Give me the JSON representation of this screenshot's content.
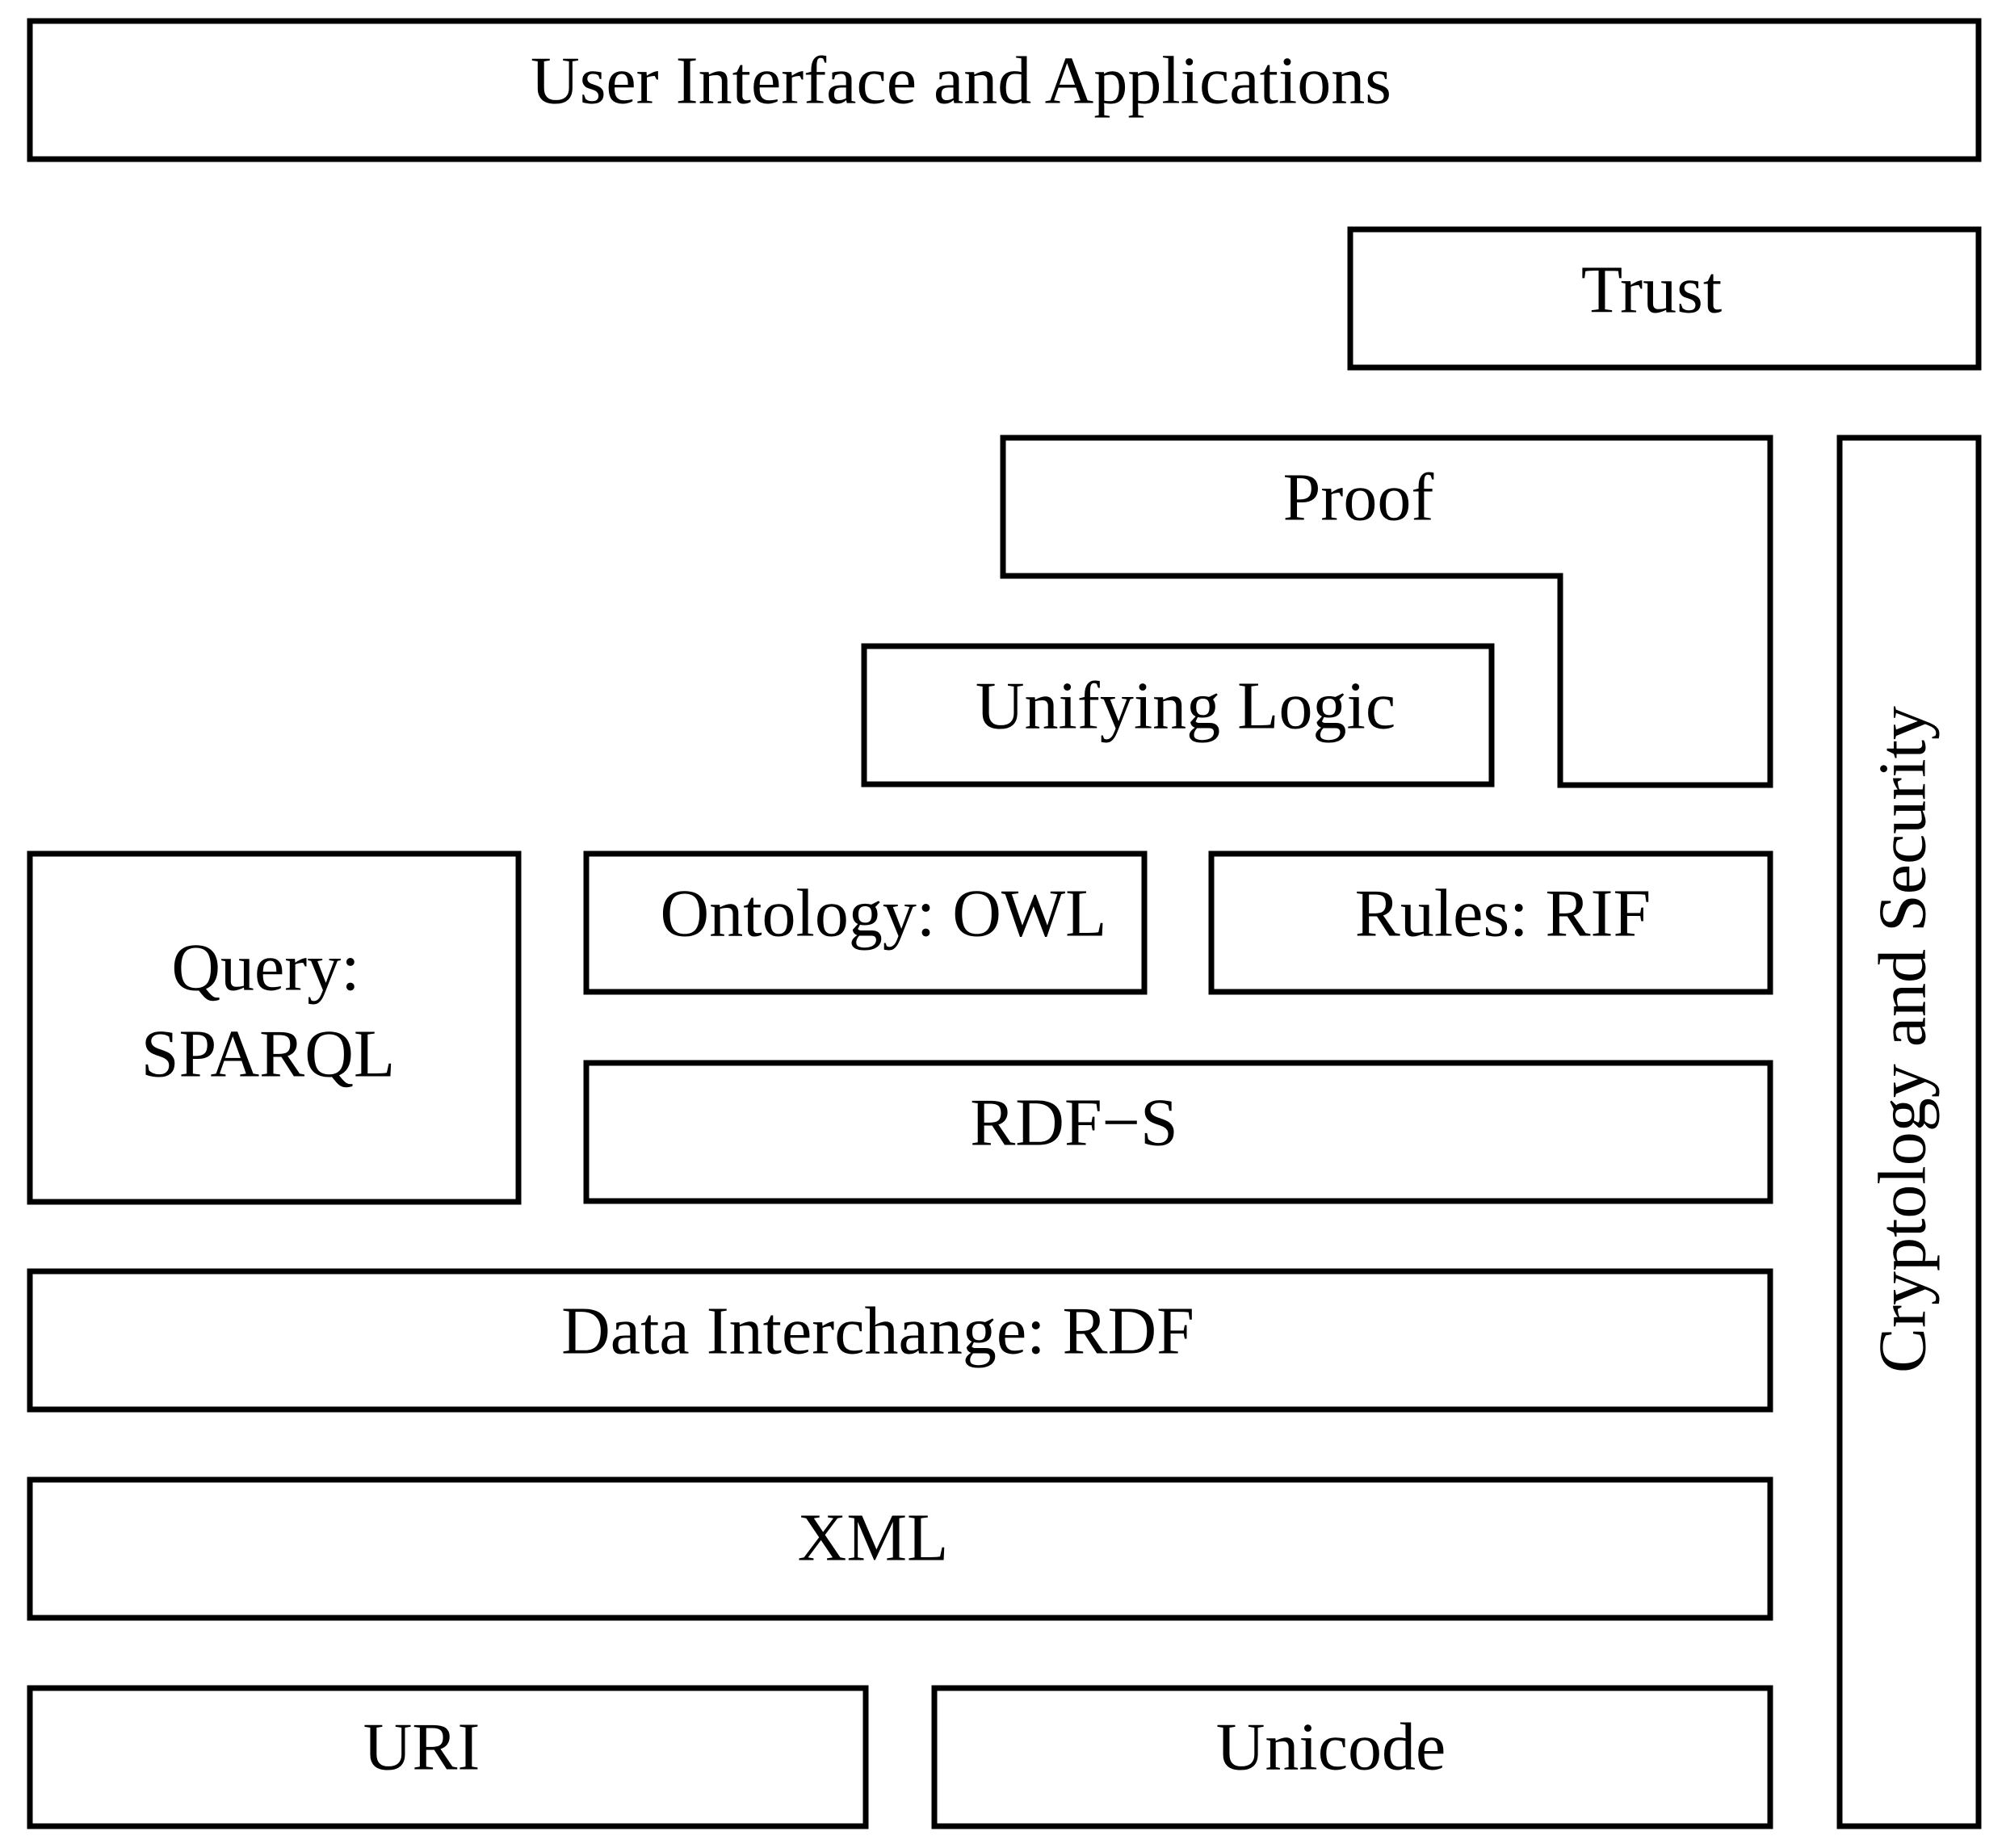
{
  "layers": {
    "user_interface": "User Interface and Applications",
    "trust": "Trust",
    "proof": "Proof",
    "unifying_logic": "Unifying Logic",
    "query_line1": "Query:",
    "query_line2": "SPARQL",
    "ontology": "Ontology: OWL",
    "rules": "Rules: RIF",
    "rdfs": "RDF−S",
    "rdf": "Data Interchange: RDF",
    "xml": "XML",
    "uri": "URI",
    "unicode": "Unicode",
    "crypto": "Cryptology and Security"
  },
  "colors": {
    "stroke": "#000000",
    "fill": "#ffffff"
  }
}
